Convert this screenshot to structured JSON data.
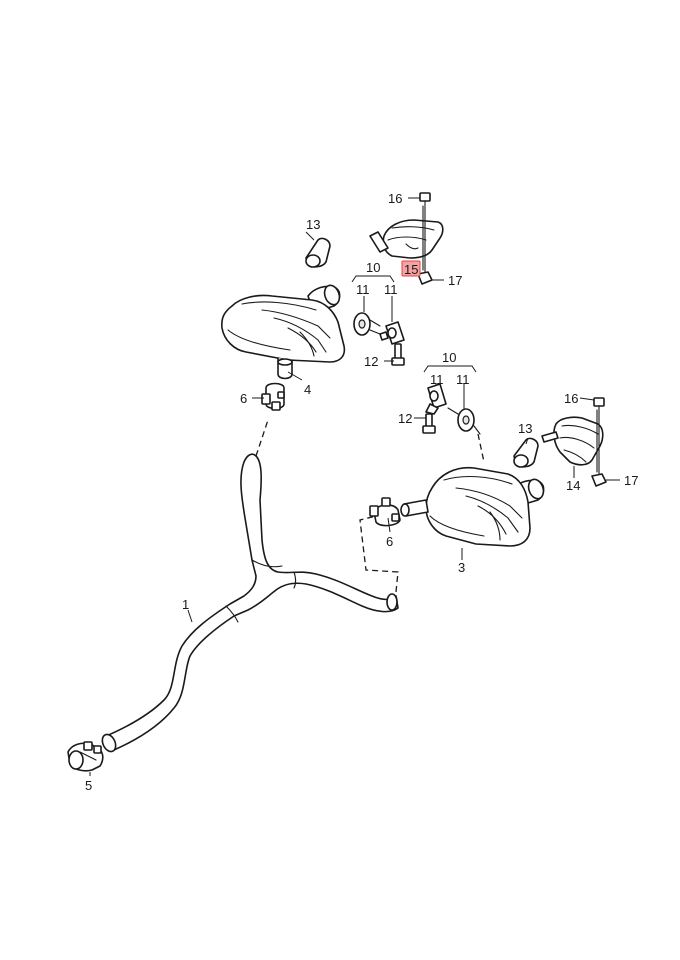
{
  "callouts": {
    "c1": "1",
    "c3": "3",
    "c4": "4",
    "c5": "5",
    "c6a": "6",
    "c6b": "6",
    "c10a": "10",
    "c10b": "10",
    "c11a": "11",
    "c11b": "11",
    "c12a": "12",
    "c12b": "12",
    "c13a": "13",
    "c13b": "13",
    "c14": "14",
    "c15": "15",
    "c16a": "16",
    "c16b": "16",
    "c17a": "17",
    "c17b": "17"
  },
  "highlight": {
    "callout": "15",
    "color": "#f4a3a3"
  }
}
